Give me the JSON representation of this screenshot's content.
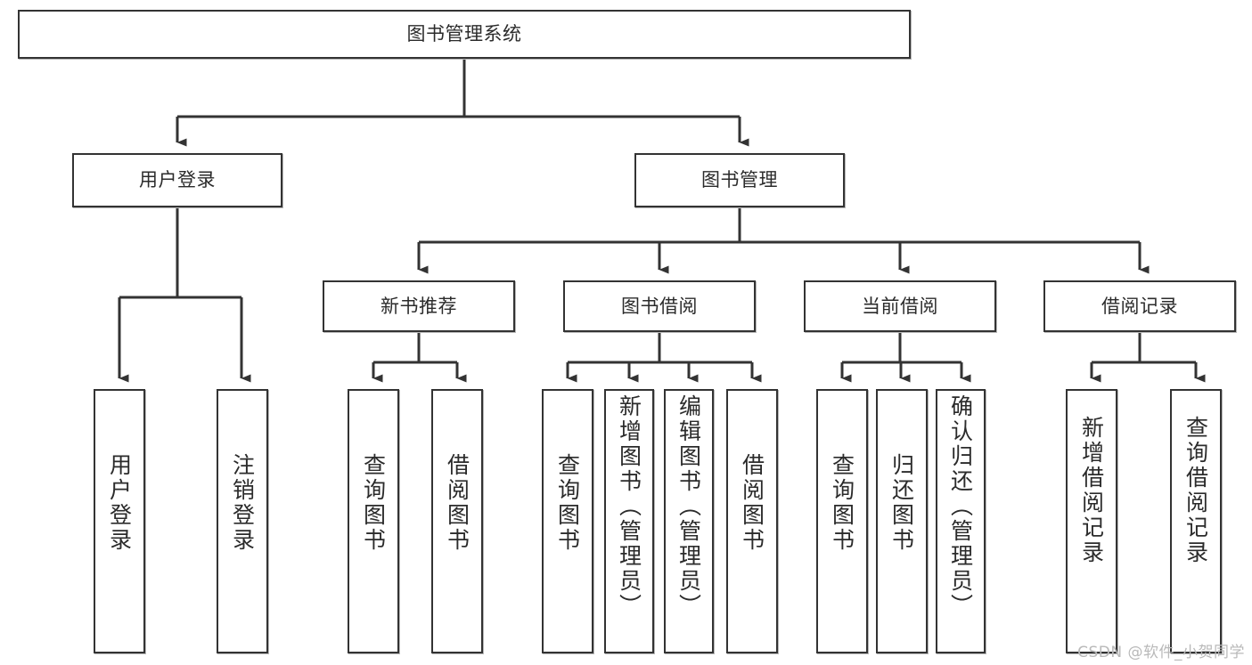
{
  "diagram": {
    "title_node": {
      "id": "root",
      "label": "图书管理系统"
    },
    "level2": [
      {
        "id": "user-login",
        "label": "用户登录"
      },
      {
        "id": "book-manage",
        "label": "图书管理"
      }
    ],
    "level3": [
      {
        "id": "new-book-recommend",
        "label": "新书推荐"
      },
      {
        "id": "book-borrow",
        "label": "图书借阅"
      },
      {
        "id": "current-borrow",
        "label": "当前借阅"
      },
      {
        "id": "borrow-record",
        "label": "借阅记录"
      }
    ],
    "leaves": {
      "user_login": [
        {
          "id": "leaf-user-login",
          "label": "用户登录"
        },
        {
          "id": "leaf-logout-login",
          "label": "注销登录"
        }
      ],
      "new_book_recommend": [
        {
          "id": "leaf-query-book-1",
          "label": "查询图书"
        },
        {
          "id": "leaf-borrow-book-1",
          "label": "借阅图书"
        }
      ],
      "book_borrow": [
        {
          "id": "leaf-query-book-2",
          "label": "查询图书"
        },
        {
          "id": "leaf-add-book",
          "label": "新增图书（管理员）"
        },
        {
          "id": "leaf-edit-book",
          "label": "编辑图书（管理员）"
        },
        {
          "id": "leaf-borrow-book-2",
          "label": "借阅图书"
        }
      ],
      "current_borrow": [
        {
          "id": "leaf-query-book-3",
          "label": "查询图书"
        },
        {
          "id": "leaf-return-book",
          "label": "归还图书"
        },
        {
          "id": "leaf-confirm-return",
          "label": "确认归还（管理员）"
        }
      ],
      "borrow_record": [
        {
          "id": "leaf-add-record",
          "label": "新增借阅记录"
        },
        {
          "id": "leaf-query-record",
          "label": "查询借阅记录"
        }
      ]
    }
  },
  "watermark": {
    "text": "CSDN @软件_小贺同学"
  },
  "colors": {
    "border": "#333333",
    "text": "#2b2b2b",
    "background": "#ffffff",
    "connector": "#333333",
    "watermark": "#b9b9b9"
  }
}
